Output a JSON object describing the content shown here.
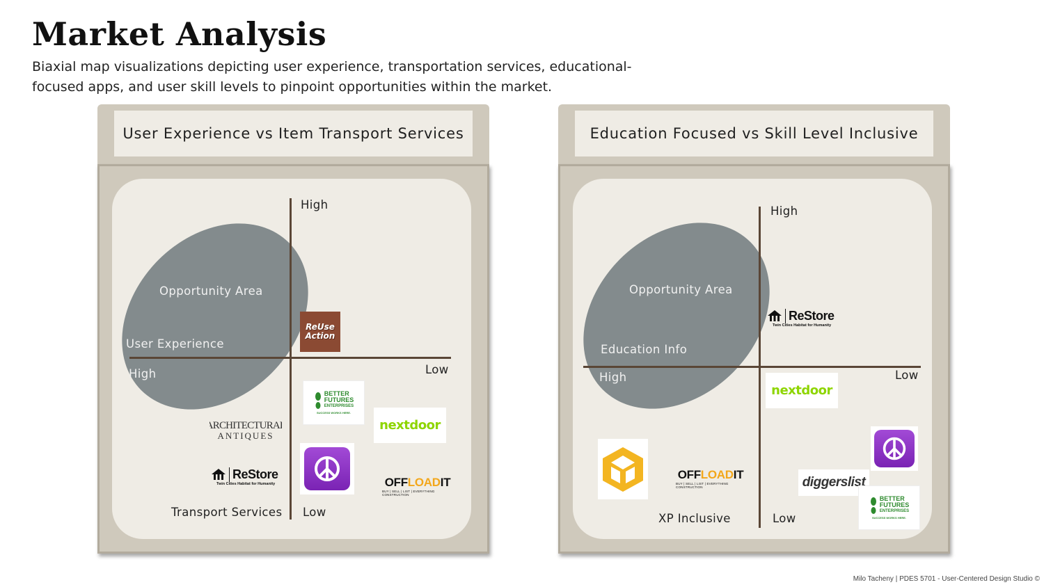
{
  "header": {
    "title": "Market Analysis",
    "subtitle": "Biaxial map visualizations depicting user experience, transportation services, educational-focused apps, and user skill levels to pinpoint opportunities within the market."
  },
  "footer": {
    "credit": "Milo Tacheny | PDES 5701 - User-Centered Design Studio ©"
  },
  "colors": {
    "panel_frame": "#cfc9bc",
    "panel_surface": "#efece5",
    "opportunity_area": "#7c8688",
    "axis": "#5a4636"
  },
  "left_map": {
    "heading": "User Experience vs Item Transport Services",
    "axis_top": "High",
    "axis_bottom": "Low",
    "axis_left_name": "User Experience",
    "axis_left": "High",
    "axis_right": "Low",
    "axis_bottom_name": "Transport Services",
    "opportunity_label": "Opportunity Area",
    "logos": {
      "reuse_line1": "ReUse",
      "reuse_line2": "Action",
      "better_line1": "BETTER",
      "better_line2": "FUTURES",
      "better_line3": "ENTERPRISES",
      "better_tagline": "SUCCESS WORKS HERE.",
      "nextdoor": "nextdoor",
      "arch_line1": "ARCHITECTURAL",
      "arch_line2": "ANTIQUES",
      "restore": "ReStore",
      "restore_sub": "Twin Cities Habitat for Humanity",
      "offload_a": "OFF",
      "offload_b": "LOAD",
      "offload_c": "IT",
      "offload_sub": "BUY | SELL | LIST | EVERYTHING CONSTRUCTION"
    }
  },
  "right_map": {
    "heading": "Education Focused vs Skill Level Inclusive",
    "axis_top": "High",
    "axis_bottom": "Low",
    "axis_left_name": "Education  Info",
    "axis_left": "High",
    "axis_right": "Low",
    "axis_bottom_name": "XP Inclusive",
    "opportunity_label": "Opportunity Area",
    "logos": {
      "restore": "ReStore",
      "restore_sub": "Twin Cities Habitat for Humanity",
      "nextdoor": "nextdoor",
      "offload_a": "OFF",
      "offload_b": "LOAD",
      "offload_c": "IT",
      "offload_sub": "BUY | SELL | LIST | EVERYTHING CONSTRUCTION",
      "diggers": "diggerslist",
      "better_line1": "BETTER",
      "better_line2": "FUTURES",
      "better_line3": "ENTERPRISES",
      "better_tagline": "SUCCESS WORKS HERE."
    }
  }
}
